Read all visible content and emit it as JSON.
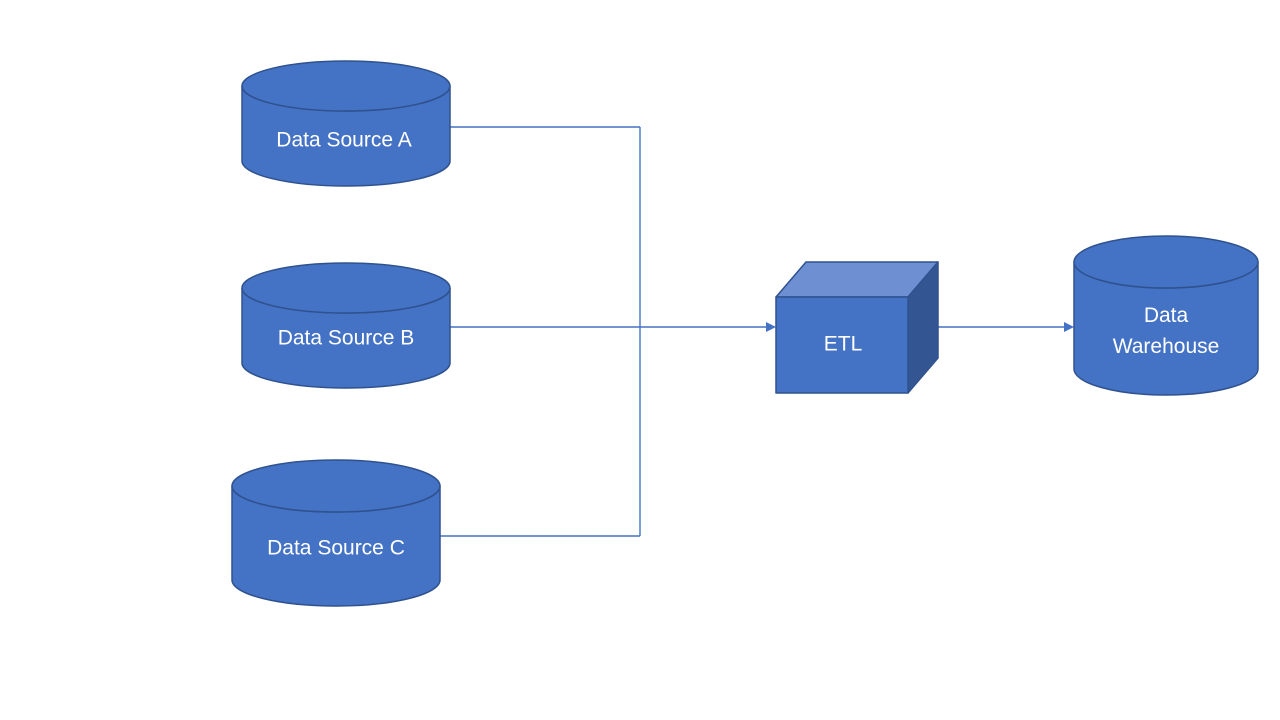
{
  "nodes": {
    "source_a": {
      "label": "Data Source A",
      "shape": "cylinder"
    },
    "source_b": {
      "label": "Data Source B",
      "shape": "cylinder"
    },
    "source_c": {
      "label": "Data Source C",
      "shape": "cylinder"
    },
    "etl": {
      "label": "ETL",
      "shape": "cube"
    },
    "warehouse": {
      "label": "Data Warehouse",
      "label_line1": "Data",
      "label_line2": "Warehouse",
      "shape": "cylinder"
    }
  },
  "edges": [
    {
      "from": "Data Source A",
      "to": "ETL"
    },
    {
      "from": "Data Source B",
      "to": "ETL"
    },
    {
      "from": "Data Source C",
      "to": "ETL"
    },
    {
      "from": "ETL",
      "to": "Data Warehouse"
    }
  ],
  "colors": {
    "background": "#FFFFFF",
    "node_fill": "#4472C4",
    "node_outline": "#2F528F",
    "cube_top_fill": "#6E8FD2",
    "cube_side_fill": "#335693",
    "connector": "#4472C4",
    "label_text": "#FFFFFF"
  }
}
